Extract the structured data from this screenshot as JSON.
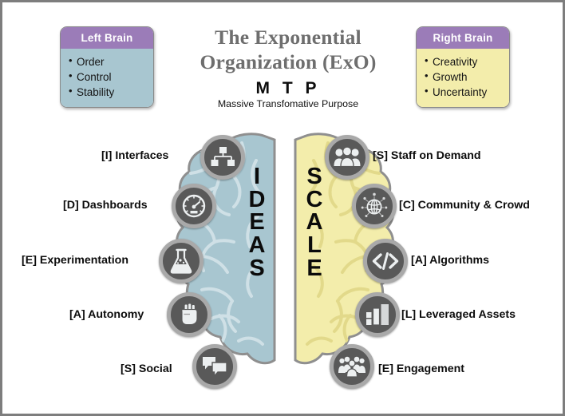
{
  "title": {
    "line1": "The Exponential",
    "line2": "Organization (ExO)",
    "mtp_acronym": "M T P",
    "mtp_expansion": "Massive Transfomative Purpose"
  },
  "left_box": {
    "header": "Left Brain",
    "items": [
      "Order",
      "Control",
      "Stability"
    ]
  },
  "right_box": {
    "header": "Right Brain",
    "items": [
      "Creativity",
      "Growth",
      "Uncertainty"
    ]
  },
  "brain": {
    "left_word": "IDEAS",
    "right_word": "SCALE",
    "left_letters": [
      "I",
      "D",
      "E",
      "A",
      "S"
    ],
    "right_letters": [
      "S",
      "C",
      "A",
      "L",
      "E"
    ],
    "left_color": "#a8c6d0",
    "right_color": "#f3edab"
  },
  "colors": {
    "header_purple": "#9b7cb8",
    "left_brain_blue": "#a8c6d0",
    "right_brain_yellow": "#f3edab",
    "icon_circle": "#595959",
    "icon_ring": "#a9a9a9",
    "title_gray": "#6e6e6e",
    "frame_gray": "#7d7d7d"
  },
  "left_nodes": [
    {
      "key": "I",
      "label": "[I] Interfaces",
      "icon": "org-chart-icon"
    },
    {
      "key": "D",
      "label": "[D] Dashboards",
      "icon": "gauge-icon"
    },
    {
      "key": "E",
      "label": "[E] Experimentation",
      "icon": "flask-icon"
    },
    {
      "key": "A",
      "label": "[A] Autonomy",
      "icon": "fist-icon"
    },
    {
      "key": "S",
      "label": "[S] Social",
      "icon": "chat-bubbles-icon"
    }
  ],
  "right_nodes": [
    {
      "key": "S",
      "label": "[S] Staff on Demand",
      "icon": "people-group-icon"
    },
    {
      "key": "C",
      "label": "[C] Community & Crowd",
      "icon": "globe-network-icon"
    },
    {
      "key": "A",
      "label": "[A] Algorithms",
      "icon": "code-brackets-icon"
    },
    {
      "key": "L",
      "label": "[L] Leveraged Assets",
      "icon": "bar-chart-icon"
    },
    {
      "key": "E",
      "label": "[E] Engagement",
      "icon": "audience-icon"
    }
  ]
}
